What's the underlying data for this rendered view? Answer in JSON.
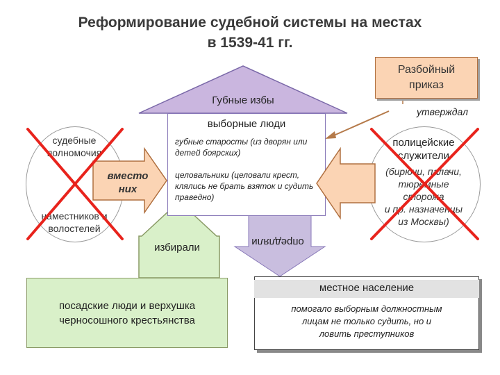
{
  "title": {
    "line1": "Реформирование судебной системы на местах",
    "line2": "в 1539-41 гг."
  },
  "razboyny": {
    "line1": "Разбойный",
    "line2": "приказ"
  },
  "gubnye_izby": "Губные избы",
  "utverzhdal": "утверждал",
  "vybornye": {
    "title": "выборные люди",
    "item1": "губные старосты (из дворян или детей боярских)",
    "item2": "целовальники (целовали крест, клялись не брать взяток и судить праведно)"
  },
  "left_oval": {
    "line1": "судебные",
    "line2": "полномочия",
    "line3": "наместников и",
    "line4": "волостелей"
  },
  "vmesto": {
    "line1": "вместо",
    "line2": "них"
  },
  "right_oval": {
    "heading1": "полицейские",
    "heading2": "служители",
    "text1": "(бирючи, палачи,",
    "text2": "тюремные",
    "text3": "сторожа",
    "text4": "и пр. назначенцы",
    "text5": "из Москвы)"
  },
  "izbirali": "избирали",
  "opredelyali": "опредляли",
  "posad": {
    "line1": "посадские люди и верхушка",
    "line2": "черносошного крестьянства"
  },
  "mestnoe": {
    "title": "местное население",
    "line1": "помогало выборным должностным",
    "line2": "лицам не только судить, но и",
    "line3": "ловить преступников"
  },
  "colors": {
    "roof": "#cab6df",
    "razboyny_fill": "#fbd4b4",
    "arrow_fill": "#fbd4b4",
    "green_fill": "#d9f0c9",
    "cross_red": "#e8231c",
    "down_arrow": "#c9bedf"
  }
}
